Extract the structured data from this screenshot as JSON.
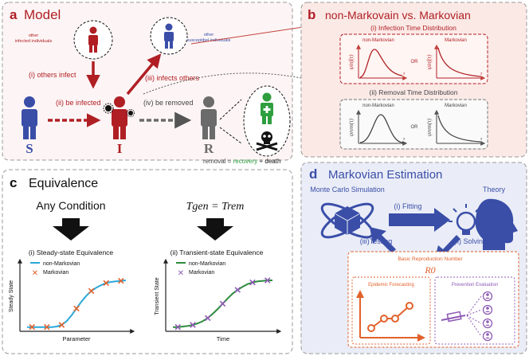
{
  "panel_a": {
    "letter": "a",
    "title": "Model",
    "other_infected": [
      "other",
      "infected individuals"
    ],
    "other_susceptible": [
      "other",
      "susceptibel individuals"
    ],
    "others_infect": "(i) others infect",
    "be_infected": "(ii) be infected",
    "infects_others": "(iii) infects others",
    "be_removed": "(iv) be removed",
    "S": "S",
    "I": "I",
    "R": "R",
    "removal_prefix": "removal = ",
    "recovery": "recovery",
    "plus": " + ",
    "death": "death"
  },
  "panel_b": {
    "letter": "b",
    "title": "non-Markovain vs. Markovian",
    "infection_title": "(i) Infection Time Distribution",
    "removal_title": "(ii) Removal Time Distribution",
    "non_markovian": "non-Markovian",
    "markovian": "Markovian",
    "or": "OR",
    "psi_inf": "ψinf(τ)",
    "psi_rem": "ψrem(τ)",
    "tau": "τ"
  },
  "panel_c": {
    "letter": "c",
    "title": "Equivalence",
    "any_condition": "Any Condition",
    "tgen_trem": "Tgen = Trem",
    "steady_title": "(i) Steady-state Equivalence",
    "transient_title": "(ii) Transient-state Equivalence",
    "legend_non_markovian": "non-Markovian",
    "legend_markovian": "Markovian",
    "steady_ylabel": "Steady State",
    "steady_xlabel": "Parameter",
    "transient_ylabel": "Transient State",
    "transient_xlabel": "Time"
  },
  "panel_d": {
    "letter": "d",
    "title": "Markovian Estimation",
    "monte_carlo": "Monte Carlo Simulation",
    "theory": "Theory",
    "fitting": "(i) Fitting",
    "solving": "(ii) Solving",
    "testing": "(iii)Testing",
    "brn": "Basic Reproduction Number",
    "r0": "R0",
    "epidemic_forecasting": "Epidemic Forecasting",
    "prevention_evaluation": "Prevention Evaluation"
  },
  "colors": {
    "red": "#b01f24",
    "blue": "#3a4ea8",
    "gray": "#6b6b6b",
    "green": "#2e9e3e",
    "cyan": "#2aa7d9",
    "orange": "#e2612b",
    "purple": "#8e5bb5",
    "panel_b_bg": "#fbe9e6",
    "panel_d_bg": "#eaedf7"
  },
  "chart_data": [
    {
      "type": "line",
      "title": "(i) Steady-state Equivalence",
      "xlabel": "Parameter",
      "ylabel": "Steady State",
      "series": [
        {
          "name": "non-Markovian",
          "x": [
            0.0,
            0.5,
            1.0,
            1.5,
            2.0,
            2.5,
            3.0,
            3.5,
            4.0,
            4.5,
            5.0,
            5.5,
            6.0,
            6.5,
            7.0,
            7.5,
            8.0,
            8.5,
            9.0,
            9.5,
            10.0
          ],
          "values": [
            0.02,
            0.02,
            0.02,
            0.02,
            0.02,
            0.02,
            0.03,
            0.06,
            0.13,
            0.24,
            0.37,
            0.5,
            0.61,
            0.7,
            0.76,
            0.81,
            0.85,
            0.87,
            0.88,
            0.89,
            0.9
          ]
        },
        {
          "name": "Markovian",
          "x": [
            0.5,
            2.0,
            3.5,
            5.0,
            6.5,
            8.0,
            9.5
          ],
          "values": [
            0.02,
            0.02,
            0.06,
            0.37,
            0.7,
            0.85,
            0.89
          ]
        }
      ]
    },
    {
      "type": "line",
      "title": "(ii) Transient-state Equivalence",
      "xlabel": "Time",
      "ylabel": "Transient State",
      "series": [
        {
          "name": "non-Markovian",
          "x": [
            0.0,
            0.5,
            1.0,
            1.5,
            2.0,
            2.5,
            3.0,
            3.5,
            4.0,
            4.5,
            5.0,
            5.5,
            6.0,
            6.5,
            7.0,
            7.5,
            8.0,
            8.5,
            9.0,
            9.5,
            10.0
          ],
          "values": [
            0.02,
            0.02,
            0.03,
            0.04,
            0.06,
            0.09,
            0.13,
            0.19,
            0.27,
            0.36,
            0.46,
            0.56,
            0.65,
            0.72,
            0.78,
            0.83,
            0.86,
            0.88,
            0.89,
            0.9,
            0.9
          ]
        },
        {
          "name": "Markovian",
          "x": [
            0.5,
            2.0,
            3.5,
            5.0,
            6.5,
            8.0,
            9.5
          ],
          "values": [
            0.02,
            0.06,
            0.19,
            0.46,
            0.72,
            0.86,
            0.9
          ]
        }
      ]
    }
  ]
}
